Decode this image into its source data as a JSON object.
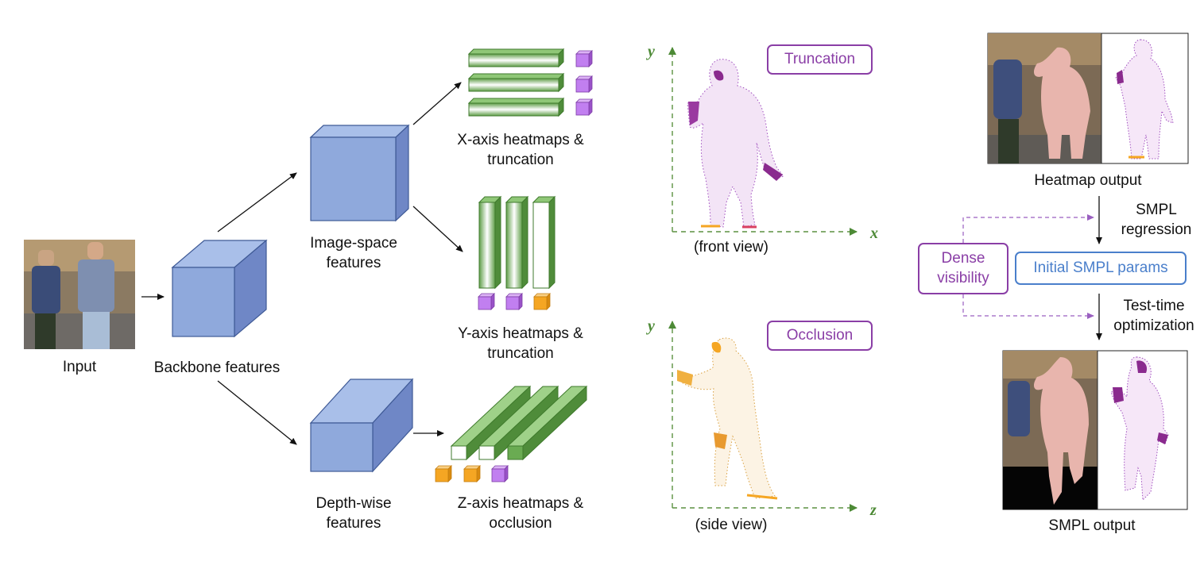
{
  "labels": {
    "input": "Input",
    "backbone": "Backbone features",
    "image_space_1": "Image-space",
    "image_space_2": "features",
    "depth_wise_1": "Depth-wise",
    "depth_wise_2": "features",
    "x_heatmaps_1": "X-axis heatmaps &",
    "x_heatmaps_2": "truncation",
    "y_heatmaps_1": "Y-axis heatmaps &",
    "y_heatmaps_2": "truncation",
    "z_heatmaps_1": "Z-axis heatmaps &",
    "z_heatmaps_2": "occlusion",
    "front_view": "(front view)",
    "side_view": "(side view)",
    "heatmap_output": "Heatmap output",
    "smpl_regression_1": "SMPL",
    "smpl_regression_2": "regression",
    "test_time_1": "Test-time",
    "test_time_2": "optimization",
    "smpl_output": "SMPL output"
  },
  "badges": {
    "truncation": "Truncation",
    "occlusion": "Occlusion",
    "dense_visibility_1": "Dense",
    "dense_visibility_2": "visibility",
    "initial_smpl": "Initial SMPL params"
  },
  "axes": {
    "front_y": "y",
    "front_x": "x",
    "side_y": "y",
    "side_z": "z"
  },
  "colors": {
    "feature_blue": "#8fa9dc",
    "heatmap_green": "#6aab52",
    "truncation_purple": "#b76ee6",
    "occlusion_orange": "#f5a623",
    "badge_purple": "#8a3ea6",
    "badge_blue": "#4a7fcb",
    "axis_green": "#5b9140"
  }
}
